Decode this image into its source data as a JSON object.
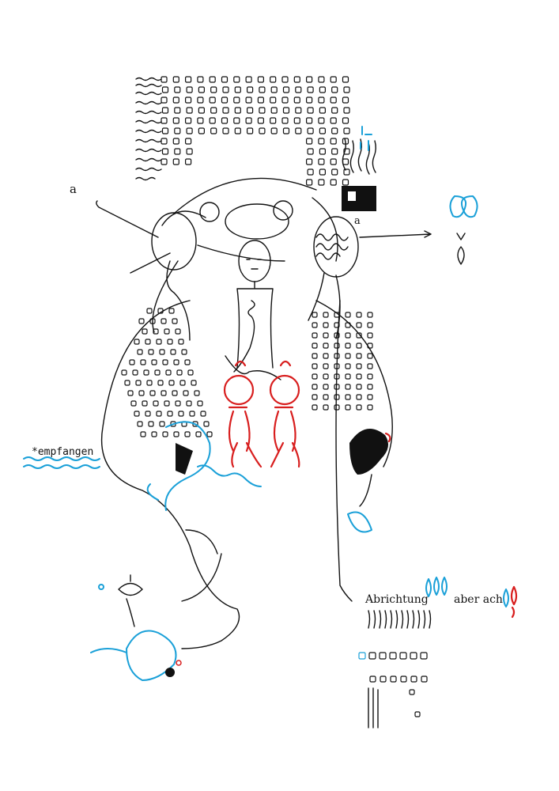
{
  "labels": {
    "a_left": "a",
    "a_right": "a",
    "empfangen": "*empfangen",
    "abrichtung": "Abrichtung",
    "aber_ach": "aber ach"
  },
  "colors": {
    "ink": "#111111",
    "blue": "#1aa0d8",
    "red": "#d81e1e",
    "paper": "#ffffff"
  }
}
